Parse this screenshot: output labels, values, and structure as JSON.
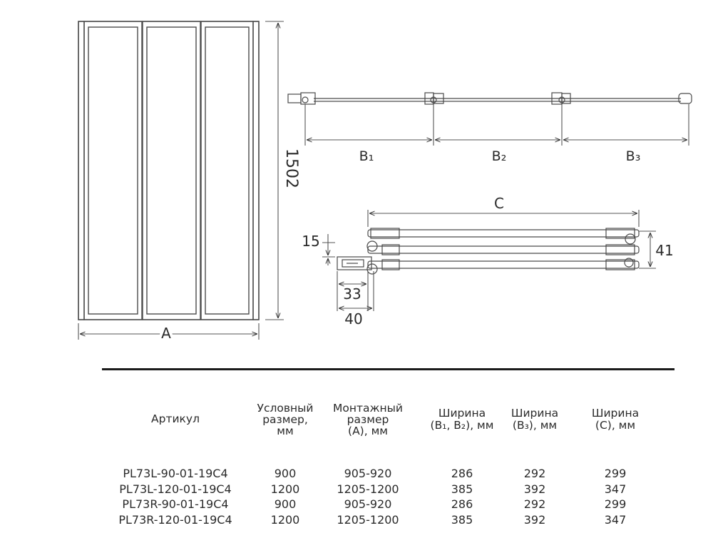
{
  "drawing": {
    "height_label": "1502",
    "width_label": "A",
    "b1_label": "B₁",
    "b2_label": "B₂",
    "b3_label": "B₃",
    "c_label": "C",
    "d15_label": "15",
    "d41_label": "41",
    "d33_label": "33",
    "d40_label": "40"
  },
  "table": {
    "headers": {
      "article": "Артикул",
      "nominal_1": "Условный",
      "nominal_2": "размер,",
      "nominal_3": "мм",
      "mount_1": "Монтажный",
      "mount_2": "размер",
      "mount_3": "(A), мм",
      "wb12_1": "Ширина",
      "wb12_2": "(B₁, B₂), мм",
      "wb3_1": "Ширина",
      "wb3_2": "(B₃), мм",
      "wc_1": "Ширина",
      "wc_2": "(C), мм"
    },
    "rows": [
      {
        "article": "PL73L-90-01-19C4",
        "nominal": "900",
        "mount": "905-920",
        "wb12": "286",
        "wb3": "292",
        "wc": "299"
      },
      {
        "article": "PL73L-120-01-19C4",
        "nominal": "1200",
        "mount": "1205-1200",
        "wb12": "385",
        "wb3": "392",
        "wc": "347"
      },
      {
        "article": "PL73R-90-01-19C4",
        "nominal": "900",
        "mount": "905-920",
        "wb12": "286",
        "wb3": "292",
        "wc": "299"
      },
      {
        "article": "PL73R-120-01-19C4",
        "nominal": "1200",
        "mount": "1205-1200",
        "wb12": "385",
        "wb3": "392",
        "wc": "347"
      }
    ]
  }
}
